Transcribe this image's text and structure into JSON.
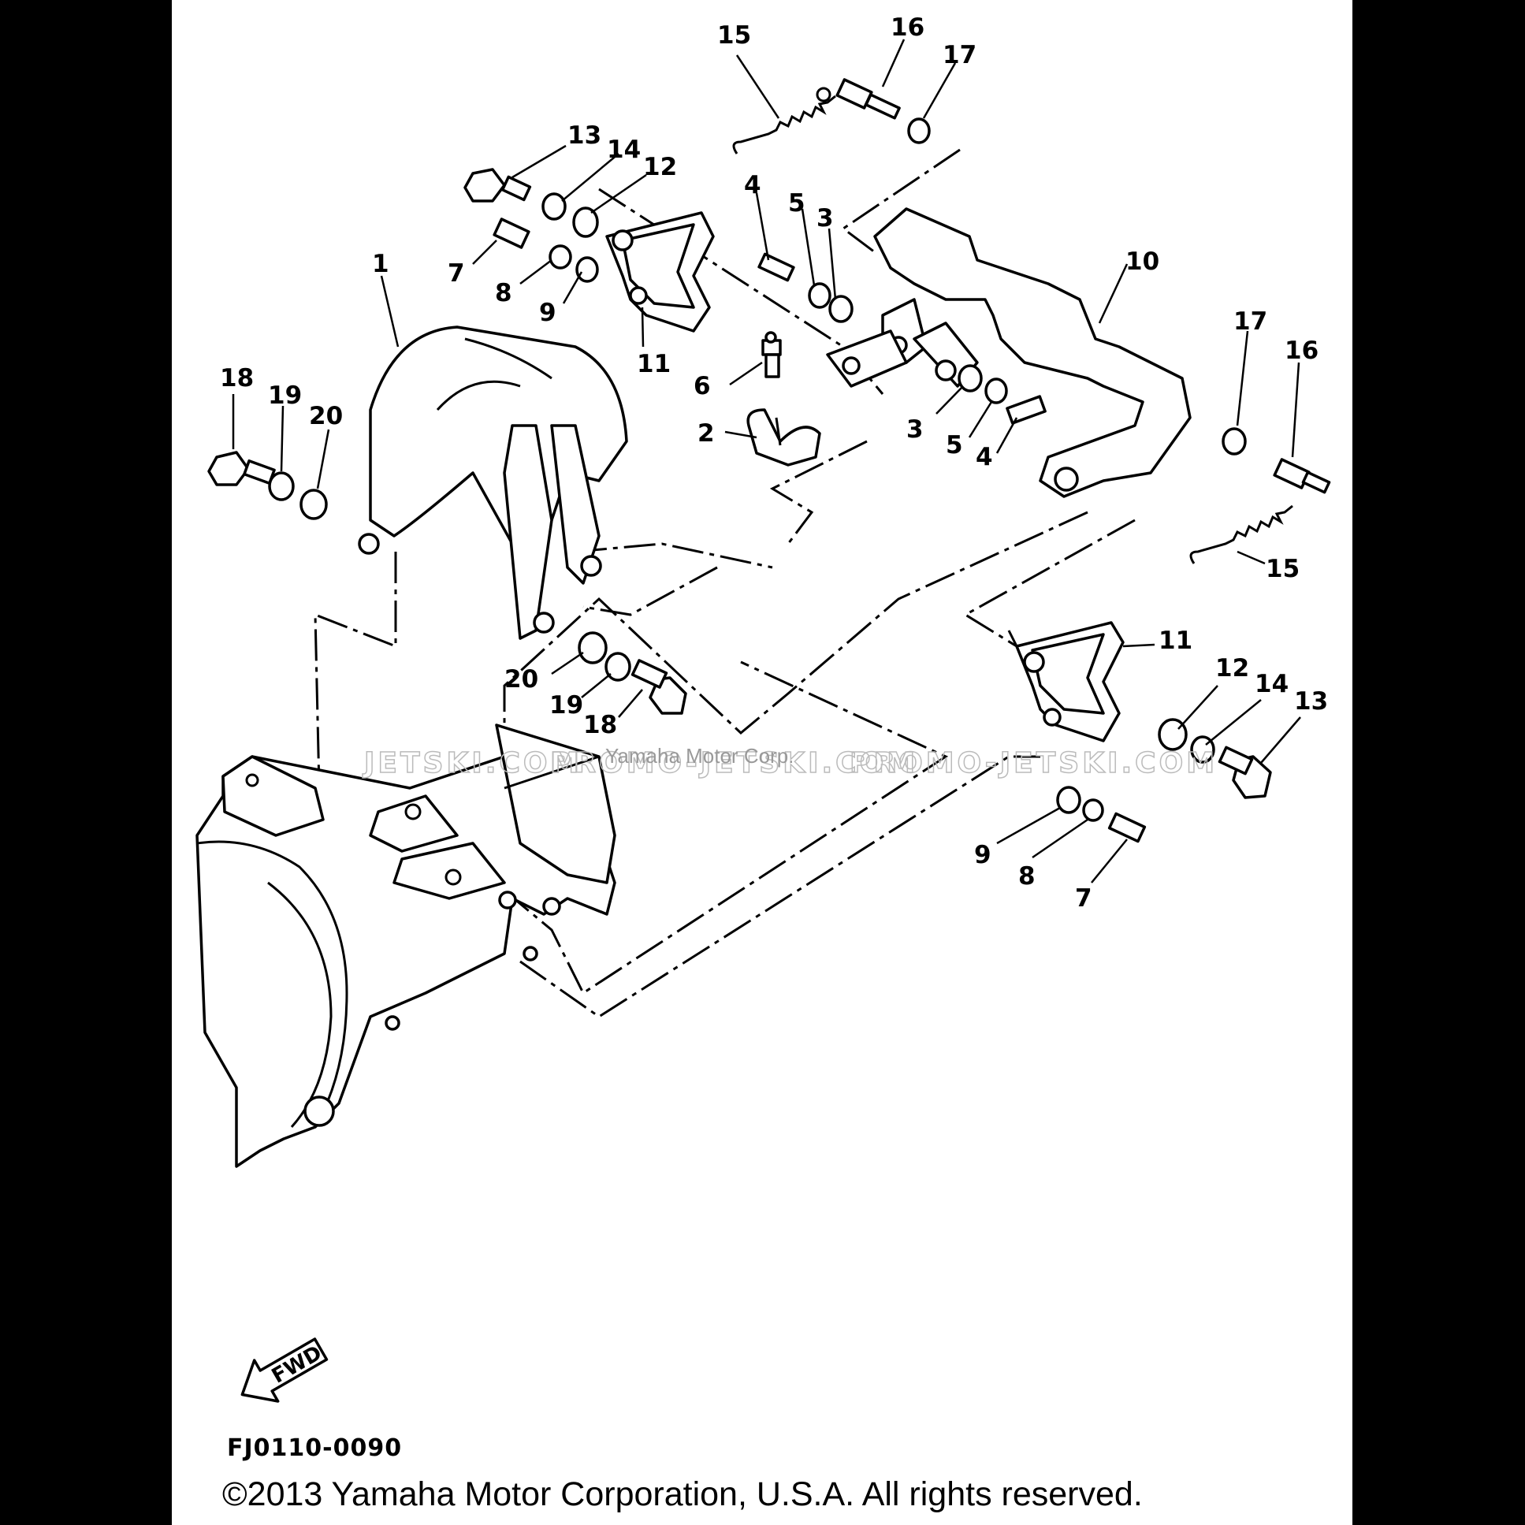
{
  "watermark": {
    "left": "JETSKI.COM",
    "mid": "PROMO-JETSKI.COM",
    "credit": "Yamaha Motor Corp.",
    "right": "PROMO-JETSKI.COM"
  },
  "callouts": {
    "c1": "1",
    "c2": "2",
    "c3a": "3",
    "c3b": "3",
    "c4a": "4",
    "c4b": "4",
    "c5a": "5",
    "c5b": "5",
    "c6": "6",
    "c7a": "7",
    "c7b": "7",
    "c8a": "8",
    "c8b": "8",
    "c9a": "9",
    "c9b": "9",
    "c10": "10",
    "c11a": "11",
    "c11b": "11",
    "c12a": "12",
    "c12b": "12",
    "c13a": "13",
    "c13b": "13",
    "c14a": "14",
    "c14b": "14",
    "c15a": "15",
    "c15b": "15",
    "c16a": "16",
    "c16b": "16",
    "c17a": "17",
    "c17b": "17",
    "c18a": "18",
    "c18b": "18",
    "c19a": "19",
    "c19b": "19",
    "c20a": "20",
    "c20b": "20"
  },
  "fwd_arrow": {
    "label": "FWD"
  },
  "drawing_code": "FJ0110-0090",
  "copyright": "©2013 Yamaha Motor Corporation, U.S.A. All rights reserved."
}
